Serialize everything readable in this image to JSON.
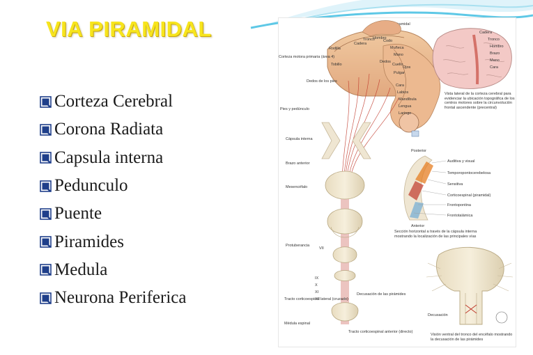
{
  "slide": {
    "title": "VIA PIRAMIDAL",
    "bullets": [
      {
        "text": "Corteza Cerebral"
      },
      {
        "text": "Corona Radiata"
      },
      {
        "text": "Capsula interna"
      },
      {
        "text": "Pedunculo"
      },
      {
        "text": "Puente"
      },
      {
        "text": "Piramides"
      },
      {
        "text": "Medula"
      },
      {
        "text": "Neurona Periferica"
      }
    ],
    "bullet_icon": "checkbox-q-bullet-icon",
    "colors": {
      "title": "#f7e51d",
      "bullet": "#1f3f8a",
      "text": "#1b1b1b",
      "wave": "#5ec8e6"
    }
  },
  "figure": {
    "heading": "Sistema piramidal",
    "cortex_labels": [
      "Cadera",
      "Tronco",
      "Hombro",
      "Codo",
      "Muñeca",
      "Mano",
      "Dedos",
      "Cuello",
      "Ojos",
      "Pulgar",
      "Cara",
      "Labios",
      "Mandíbula",
      "Lengua",
      "Laringe"
    ],
    "left_labels": {
      "cortex_area": "Corteza motora primaria (área 4)",
      "foot": "Dedos de los pies",
      "knee": "Rodilla",
      "leg": "Tobillo",
      "corona": "Pies y pedúnculo",
      "capsule": "Cápsula interna",
      "anterior_arm": "Brazo anterior",
      "midbrain": "Mesencéfalo",
      "pons": "Protuberancia",
      "lateral_tract": "Tracto corticoespinal lateral (cruzado)",
      "spinal": "Médula espinal",
      "cranial_vii": "VII",
      "cranial_xii": "XII",
      "cranial_ix": "IX",
      "cranial_x": "X",
      "cranial_xi": "XI"
    },
    "right_labels": {
      "lateral_view": "Vista lateral de la corteza cerebral para evidenciar la ubicación topográfica de los centros motores sobre la circunvolución frontal ascendente (precentral)",
      "posterior": "Posterior",
      "anterior": "Anterior",
      "caps_legend": [
        "Auditiva y visual",
        "Temporopontocerebelosa",
        "Sensitiva",
        "Corticoespinal (piramidal)",
        "Frontopontina",
        "Frontotalámica"
      ],
      "section_caption": "Sección horizontal a través de la cápsula interna mostrando la localización de las principales vías",
      "decussation": "Decusación de las pirámides",
      "anterior_tract": "Tracto corticoespinal anterior (directo)",
      "decussation_label": "Decusación",
      "brainstem_caption": "Visión ventral del tronco del encéfalo mostrando la decusación de las pirámides"
    },
    "cortex_brain_labels": [
      "Cadera",
      "Tronco",
      "Hombro",
      "Brazo",
      "Mano",
      "Cara"
    ]
  }
}
